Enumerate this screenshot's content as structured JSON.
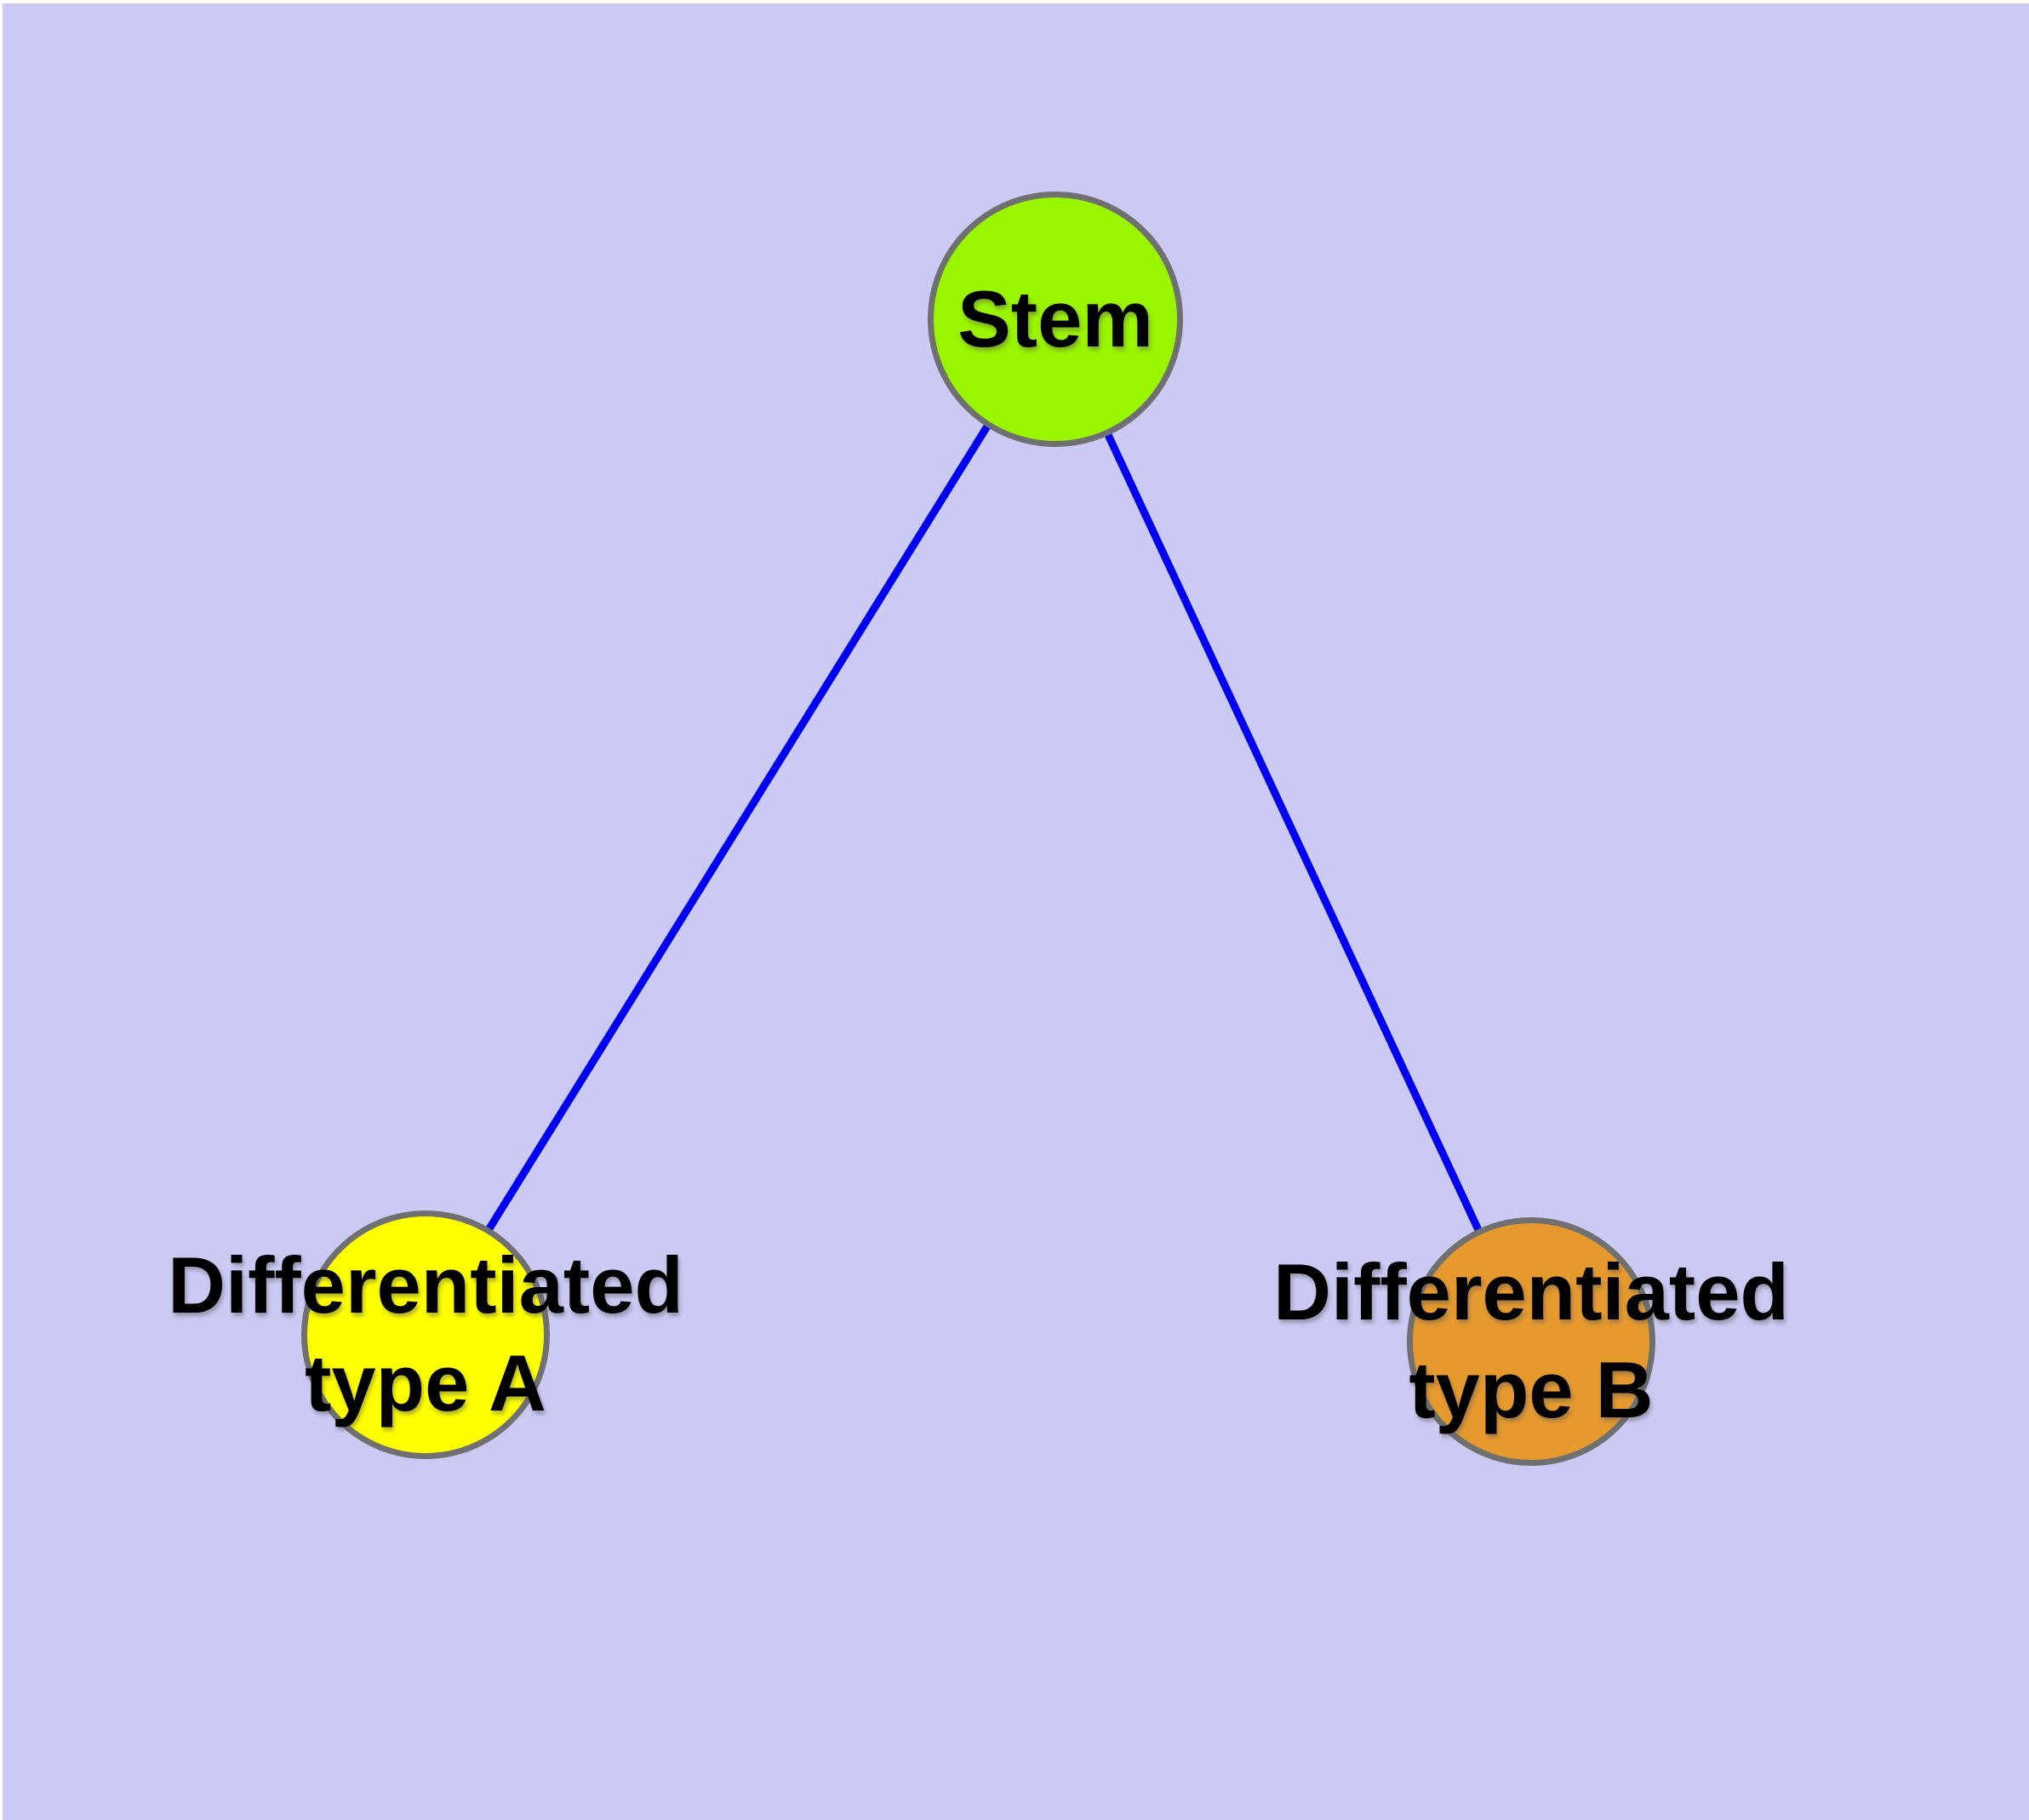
{
  "diagram": {
    "type": "node-link-graph",
    "nodes": [
      {
        "id": "stem",
        "label": "Stem",
        "fill": "#9AF500"
      },
      {
        "id": "differentiated-type-a",
        "label_line1": "Differentiated",
        "label_line2": "type A",
        "fill": "#FFFF00"
      },
      {
        "id": "differentiated-type-b",
        "label_line1": "Differentiated",
        "label_line2": "type B",
        "fill": "#E69A2E"
      }
    ],
    "edges": [
      {
        "from": "Stem",
        "to": "Differentiated type A"
      },
      {
        "from": "Stem",
        "to": "Differentiated type B"
      }
    ]
  },
  "colors": {
    "background": "#CACAF5",
    "edge": "#0000EE",
    "node_border": "#707070",
    "label_text": "#000000"
  }
}
